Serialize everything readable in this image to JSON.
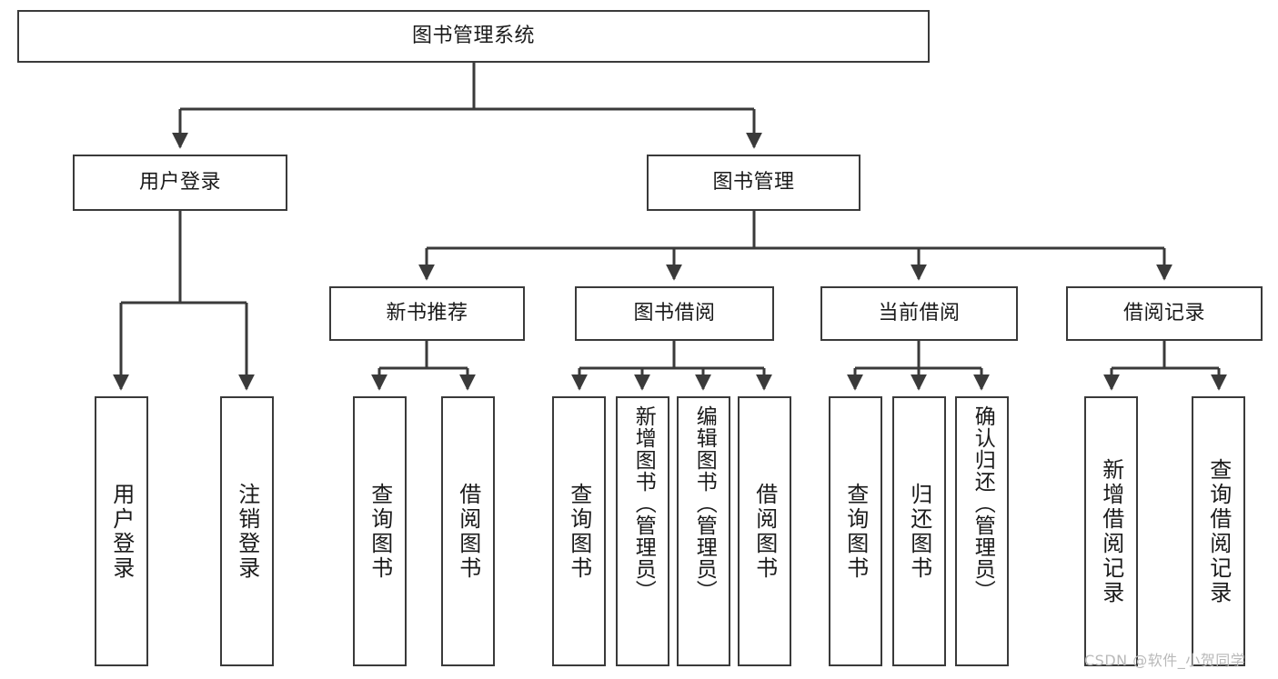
{
  "diagram": {
    "title": "图书管理系统",
    "type": "tree-structure-chart",
    "line_color": "#3a3a3a",
    "box_fill": "#ffffff",
    "text_color": "#1a1a1a"
  },
  "root": {
    "label": "图书管理系统"
  },
  "level2": [
    {
      "label": "用户登录"
    },
    {
      "label": "图书管理"
    }
  ],
  "level3": [
    {
      "label": "新书推荐"
    },
    {
      "label": "图书借阅"
    },
    {
      "label": "当前借阅"
    },
    {
      "label": "借阅记录"
    }
  ],
  "leaves": {
    "user_login": [
      {
        "label": "用户登录"
      },
      {
        "label": "注销登录"
      }
    ],
    "new_book": [
      {
        "label": "查询图书"
      },
      {
        "label": "借阅图书"
      }
    ],
    "borrow_book": [
      {
        "label": "查询图书"
      },
      {
        "label": "新增图书（管理员）"
      },
      {
        "label": "编辑图书（管理员）"
      },
      {
        "label": "借阅图书"
      }
    ],
    "current_borrow": [
      {
        "label": "查询图书"
      },
      {
        "label": "归还图书"
      },
      {
        "label": "确认归还（管理员）"
      }
    ],
    "borrow_record": [
      {
        "label": "新增借阅记录"
      },
      {
        "label": "查询借阅记录"
      }
    ]
  },
  "watermark": {
    "text": "CSDN @软件_小贺同学"
  }
}
